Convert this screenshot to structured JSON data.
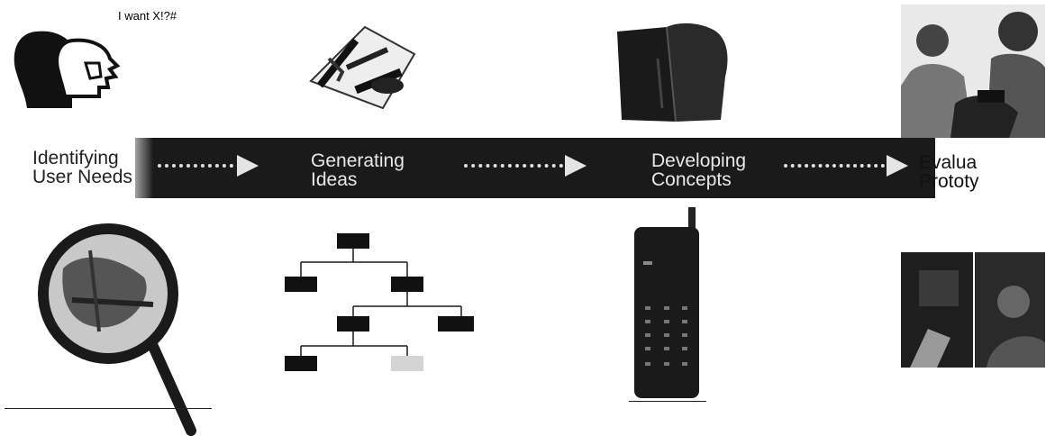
{
  "speech_bubble": "I want X!?#",
  "stages": [
    {
      "line1": "Identifying",
      "line2": "User Needs"
    },
    {
      "line1": "Generating",
      "line2": "Ideas"
    },
    {
      "line1": "Developing",
      "line2": "Concepts"
    },
    {
      "line1": "Evalua",
      "line2": "Prototy"
    }
  ],
  "icons": {
    "top": [
      "heads-silhouette-icon",
      "sketching-hands-icon",
      "foam-model-icon",
      "people-testing-photo-icon"
    ],
    "bottom": [
      "magnifying-glass-icon",
      "tree-diagram-icon",
      "phone-concept-icon",
      "user-testing-photo-icon"
    ]
  },
  "colors": {
    "banner": "#1a1a1a",
    "arrow": "#e4e4e4",
    "text_on_dark": "#e8e8e8"
  }
}
